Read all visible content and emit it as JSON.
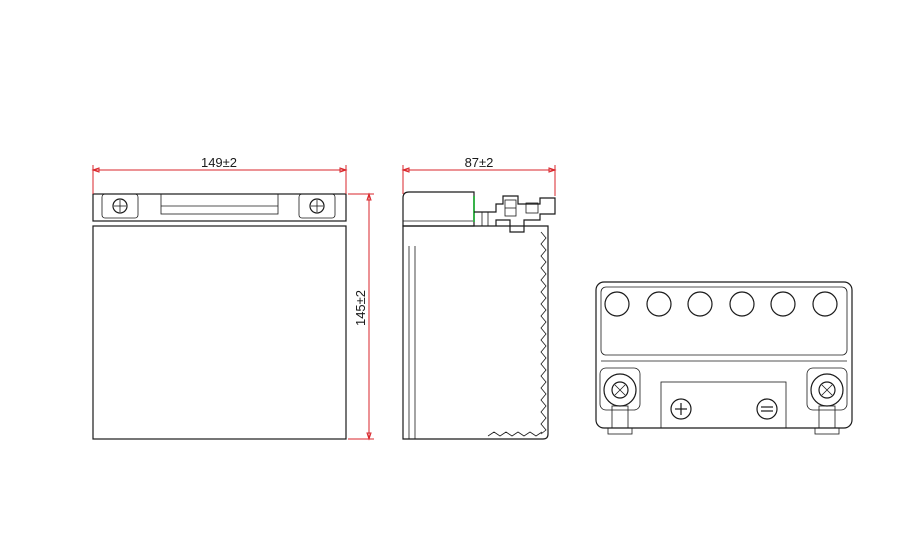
{
  "dimensions": {
    "length": "149±2",
    "width": "87±2",
    "height": "145±2"
  },
  "terminals": {
    "positive_symbol": "plus",
    "negative_symbol": "minus"
  },
  "vent_caps": {
    "count": 6
  },
  "colors": {
    "outline": "#1a1a1a",
    "dimension_line": "#d9262b",
    "highlight": "#38b24a"
  }
}
